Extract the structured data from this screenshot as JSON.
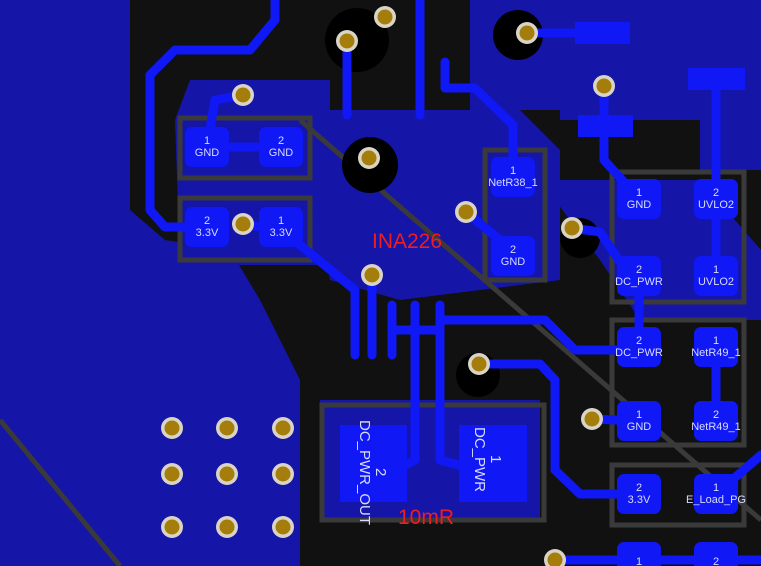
{
  "colors": {
    "background": "#111111",
    "plane": "#1515a8",
    "trace": "#0f18f5",
    "silk": "#e0e0e0",
    "via_ring": "#d9d4c6",
    "via_hole": "#a47d0b",
    "designator": "#f01d1d"
  },
  "components": {
    "ic_label": "INA226",
    "shunt_label": "10mR"
  },
  "pads": [
    {
      "num": "1",
      "net": "GND"
    },
    {
      "num": "2",
      "net": "GND"
    },
    {
      "num": "2",
      "net": "3.3V"
    },
    {
      "num": "1",
      "net": "3.3V"
    },
    {
      "num": "1",
      "net": "NetR38_1"
    },
    {
      "num": "2",
      "net": "GND"
    },
    {
      "num": "1",
      "net": "GND"
    },
    {
      "num": "2",
      "net": "UVLO2"
    },
    {
      "num": "2",
      "net": "DC_PWR"
    },
    {
      "num": "1",
      "net": "UVLO2"
    },
    {
      "num": "2",
      "net": "DC_PWR"
    },
    {
      "num": "1",
      "net": "NetR49_1"
    },
    {
      "num": "1",
      "net": "GND"
    },
    {
      "num": "2",
      "net": "NetR49_1"
    },
    {
      "num": "2",
      "net": "3.3V"
    },
    {
      "num": "1",
      "net": "E_Load_PG"
    },
    {
      "num": "1",
      "net": ""
    },
    {
      "num": "2",
      "net": ""
    }
  ],
  "shunt_pads": [
    {
      "num": "2",
      "net": "DC_PWR_OUT"
    },
    {
      "num": "1",
      "net": "DC_PWR"
    }
  ]
}
